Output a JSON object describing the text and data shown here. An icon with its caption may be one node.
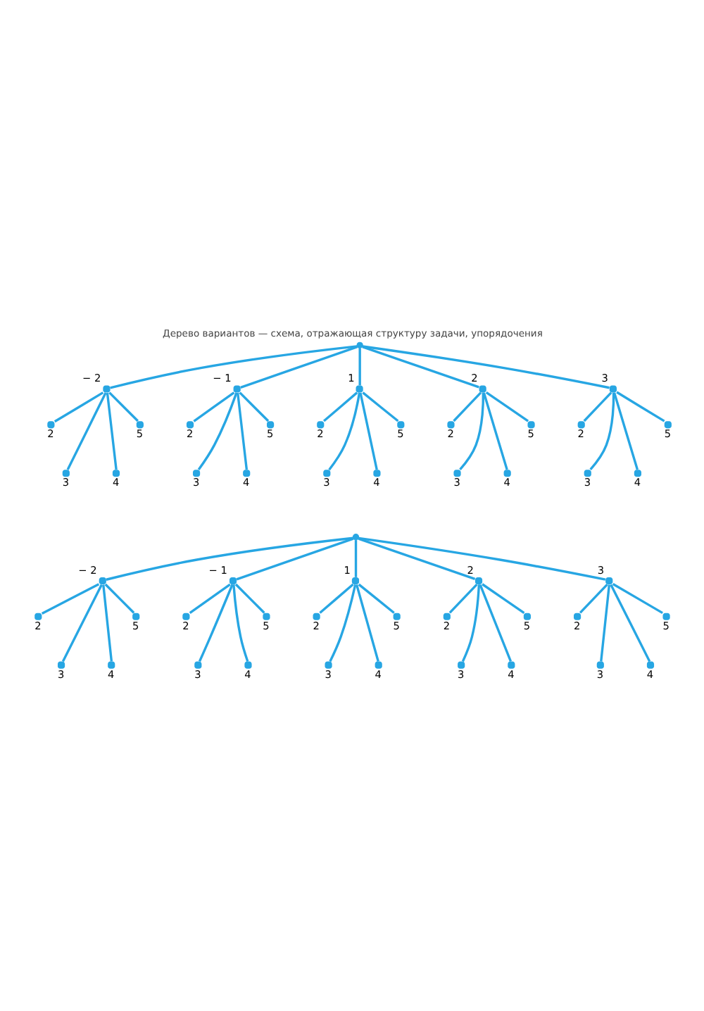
{
  "diagram": {
    "title": "Дерево вариантов — схема, отражающая структуру задачи, упорядочения",
    "nodes": [
      {
        "text": [],
        "shape": "circle"
      },
      {
        "text": [
          "− 2"
        ]
      },
      {
        "text": [
          "− 1"
        ]
      },
      {
        "text": [
          "1"
        ]
      },
      {
        "text": [
          "2"
        ]
      },
      {
        "text": [
          "3"
        ]
      },
      {
        "text": [
          "2"
        ]
      },
      {
        "text": [
          "3"
        ]
      },
      {
        "text": [
          "4"
        ]
      },
      {
        "text": [
          "5"
        ]
      },
      {
        "text": [
          "2"
        ]
      },
      {
        "text": [
          "3"
        ]
      },
      {
        "text": [
          "4"
        ]
      },
      {
        "text": [
          "5"
        ]
      },
      {
        "text": [
          "2"
        ]
      },
      {
        "text": [
          "3"
        ]
      },
      {
        "text": [
          "4"
        ]
      },
      {
        "text": [
          "5"
        ]
      },
      {
        "text": [
          "2"
        ]
      },
      {
        "text": [
          "3"
        ]
      },
      {
        "text": [
          "4"
        ]
      },
      {
        "text": [
          "5"
        ]
      },
      {
        "text": [
          "2"
        ]
      },
      {
        "text": [
          "3"
        ]
      },
      {
        "text": [
          "4"
        ]
      },
      {
        "text": [
          "5"
        ]
      },
      {
        "text": [],
        "shape": "circle"
      },
      {
        "text": [
          "− 2"
        ]
      },
      {
        "text": [
          "− 1"
        ]
      },
      {
        "text": [
          "1"
        ]
      },
      {
        "text": [
          "2"
        ]
      },
      {
        "text": [
          "3"
        ]
      },
      {
        "text": [
          "2"
        ]
      },
      {
        "text": [
          "3"
        ]
      },
      {
        "text": [
          "4"
        ]
      },
      {
        "text": [
          "5"
        ]
      },
      {
        "text": [
          "2"
        ]
      },
      {
        "text": [
          "3"
        ]
      },
      {
        "text": [
          "4"
        ]
      },
      {
        "text": [
          "5"
        ]
      },
      {
        "text": [
          "2"
        ]
      },
      {
        "text": [
          "3"
        ]
      },
      {
        "text": [
          "4"
        ]
      },
      {
        "text": [
          "5"
        ]
      },
      {
        "text": [
          "2"
        ]
      },
      {
        "text": [
          "3"
        ]
      },
      {
        "text": [
          "4"
        ]
      },
      {
        "text": [
          "5"
        ]
      },
      {
        "text": [
          "2"
        ]
      },
      {
        "text": [
          "3"
        ]
      },
      {
        "text": [
          "4"
        ]
      },
      {
        "text": [
          "5"
        ]
      }
    ],
    "edges": [
      {
        "from": 0,
        "to": 1,
        "arrow": "none"
      },
      {
        "from": 0,
        "to": 2,
        "arrow": "none"
      },
      {
        "from": 0,
        "to": 3,
        "arrow": "none"
      },
      {
        "from": 0,
        "to": 4,
        "arrow": "none"
      },
      {
        "from": 0,
        "to": 5,
        "arrow": "none"
      },
      {
        "from": 1,
        "to": 6,
        "arrow": "none"
      },
      {
        "from": 1,
        "to": 7,
        "arrow": "none"
      },
      {
        "from": 1,
        "to": 8,
        "arrow": "none"
      },
      {
        "from": 1,
        "to": 9,
        "arrow": "none"
      },
      {
        "from": 2,
        "to": 10,
        "arrow": "none"
      },
      {
        "from": 2,
        "to": 11,
        "arrow": "none"
      },
      {
        "from": 2,
        "to": 12,
        "arrow": "none"
      },
      {
        "from": 2,
        "to": 13,
        "arrow": "none"
      },
      {
        "from": 3,
        "to": 14,
        "arrow": "none"
      },
      {
        "from": 3,
        "to": 15,
        "arrow": "none"
      },
      {
        "from": 3,
        "to": 16,
        "arrow": "none"
      },
      {
        "from": 3,
        "to": 17,
        "arrow": "none"
      },
      {
        "from": 4,
        "to": 18,
        "arrow": "none"
      },
      {
        "from": 4,
        "to": 19,
        "arrow": "none"
      },
      {
        "from": 4,
        "to": 20,
        "arrow": "none"
      },
      {
        "from": 4,
        "to": 21,
        "arrow": "none"
      },
      {
        "from": 5,
        "to": 22,
        "arrow": "none"
      },
      {
        "from": 5,
        "to": 23,
        "arrow": "none"
      },
      {
        "from": 5,
        "to": 24,
        "arrow": "none"
      },
      {
        "from": 5,
        "to": 25,
        "arrow": "none"
      },
      {
        "from": 26,
        "to": 27,
        "arrow": "none"
      },
      {
        "from": 26,
        "to": 28,
        "arrow": "none"
      },
      {
        "from": 26,
        "to": 29,
        "arrow": "none"
      },
      {
        "from": 26,
        "to": 30,
        "arrow": "none"
      },
      {
        "from": 26,
        "to": 31,
        "arrow": "none"
      },
      {
        "from": 27,
        "to": 32,
        "arrow": "none"
      },
      {
        "from": 27,
        "to": 33,
        "arrow": "none"
      },
      {
        "from": 27,
        "to": 34,
        "arrow": "none"
      },
      {
        "from": 27,
        "to": 35,
        "arrow": "none"
      },
      {
        "from": 28,
        "to": 36,
        "arrow": "none"
      },
      {
        "from": 28,
        "to": 37,
        "arrow": "none"
      },
      {
        "from": 28,
        "to": 38,
        "arrow": "none"
      },
      {
        "from": 28,
        "to": 39,
        "arrow": "none"
      },
      {
        "from": 29,
        "to": 40,
        "arrow": "none"
      },
      {
        "from": 29,
        "to": 41,
        "arrow": "none"
      },
      {
        "from": 29,
        "to": 42,
        "arrow": "none"
      },
      {
        "from": 29,
        "to": 43,
        "arrow": "none"
      },
      {
        "from": 30,
        "to": 44,
        "arrow": "none"
      },
      {
        "from": 30,
        "to": 45,
        "arrow": "none"
      },
      {
        "from": 30,
        "to": 46,
        "arrow": "none"
      },
      {
        "from": 30,
        "to": 47,
        "arrow": "none"
      },
      {
        "from": 31,
        "to": 48,
        "arrow": "none"
      },
      {
        "from": 31,
        "to": 49,
        "arrow": "none"
      },
      {
        "from": 31,
        "to": 50,
        "arrow": "none"
      },
      {
        "from": 31,
        "to": 51,
        "arrow": "none"
      }
    ]
  }
}
